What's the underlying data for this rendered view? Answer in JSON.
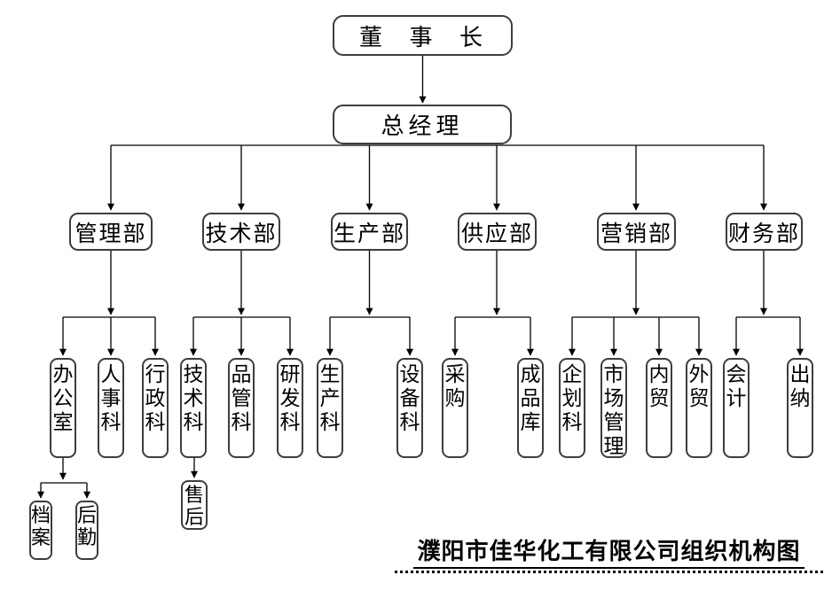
{
  "title": "濮阳市佳华化工有限公司组织机构图",
  "chairman": "董 事 长",
  "general_manager": "总经理",
  "departments": [
    {
      "name": "管理部",
      "children": [
        "办公室",
        "人事科",
        "行政科"
      ]
    },
    {
      "name": "技术部",
      "children": [
        "技术科",
        "品管科",
        "研发科"
      ]
    },
    {
      "name": "生产部",
      "children": [
        "生产科",
        "设备科"
      ]
    },
    {
      "name": "供应部",
      "children": [
        "采购",
        "成品库"
      ]
    },
    {
      "name": "营销部",
      "children": [
        "企划科",
        "市场管理",
        "内贸",
        "外贸"
      ]
    },
    {
      "name": "财务部",
      "children": [
        "会计",
        "出纳"
      ]
    }
  ],
  "office_children": [
    "档案",
    "后勤"
  ],
  "tech_children": [
    "售后"
  ]
}
